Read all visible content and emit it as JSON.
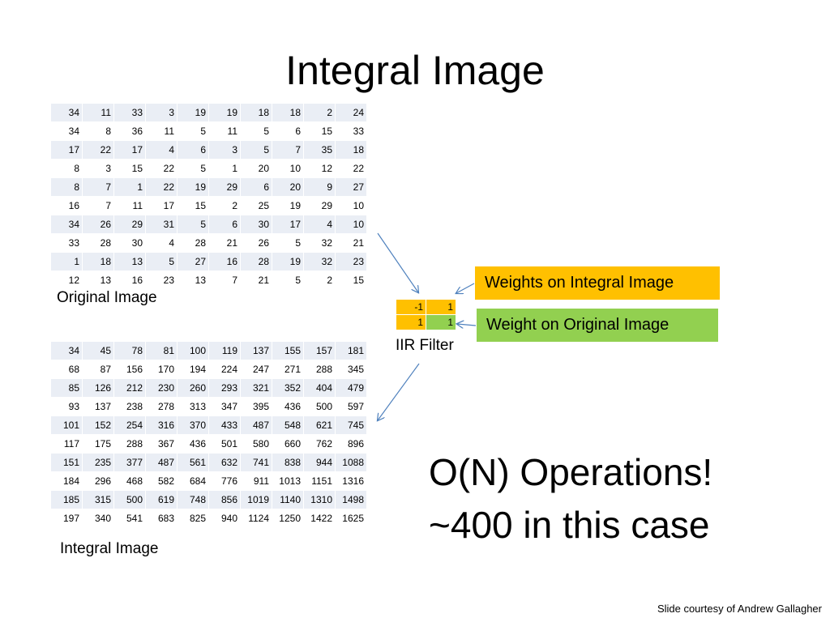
{
  "slide": {
    "title": "Integral Image",
    "credit": "Slide courtesy of Andrew Gallagher"
  },
  "original": {
    "caption": "Original Image",
    "rows": [
      [
        "34",
        "11",
        "33",
        "3",
        "19",
        "19",
        "18",
        "18",
        "2",
        "24"
      ],
      [
        "34",
        "8",
        "36",
        "11",
        "5",
        "11",
        "5",
        "6",
        "15",
        "33"
      ],
      [
        "17",
        "22",
        "17",
        "4",
        "6",
        "3",
        "5",
        "7",
        "35",
        "18"
      ],
      [
        "8",
        "3",
        "15",
        "22",
        "5",
        "1",
        "20",
        "10",
        "12",
        "22"
      ],
      [
        "8",
        "7",
        "1",
        "22",
        "19",
        "29",
        "6",
        "20",
        "9",
        "27"
      ],
      [
        "16",
        "7",
        "11",
        "17",
        "15",
        "2",
        "25",
        "19",
        "29",
        "10"
      ],
      [
        "34",
        "26",
        "29",
        "31",
        "5",
        "6",
        "30",
        "17",
        "4",
        "10"
      ],
      [
        "33",
        "28",
        "30",
        "4",
        "28",
        "21",
        "26",
        "5",
        "32",
        "21"
      ],
      [
        "1",
        "18",
        "13",
        "5",
        "27",
        "16",
        "28",
        "19",
        "32",
        "23"
      ],
      [
        "12",
        "13",
        "16",
        "23",
        "13",
        "7",
        "21",
        "5",
        "2",
        "15"
      ]
    ]
  },
  "integral": {
    "caption": "Integral Image",
    "rows": [
      [
        "34",
        "45",
        "78",
        "81",
        "100",
        "119",
        "137",
        "155",
        "157",
        "181"
      ],
      [
        "68",
        "87",
        "156",
        "170",
        "194",
        "224",
        "247",
        "271",
        "288",
        "345"
      ],
      [
        "85",
        "126",
        "212",
        "230",
        "260",
        "293",
        "321",
        "352",
        "404",
        "479"
      ],
      [
        "93",
        "137",
        "238",
        "278",
        "313",
        "347",
        "395",
        "436",
        "500",
        "597"
      ],
      [
        "101",
        "152",
        "254",
        "316",
        "370",
        "433",
        "487",
        "548",
        "621",
        "745"
      ],
      [
        "117",
        "175",
        "288",
        "367",
        "436",
        "501",
        "580",
        "660",
        "762",
        "896"
      ],
      [
        "151",
        "235",
        "377",
        "487",
        "561",
        "632",
        "741",
        "838",
        "944",
        "1088"
      ],
      [
        "184",
        "296",
        "468",
        "582",
        "684",
        "776",
        "911",
        "1013",
        "1151",
        "1316"
      ],
      [
        "185",
        "315",
        "500",
        "619",
        "748",
        "856",
        "1019",
        "1140",
        "1310",
        "1498"
      ],
      [
        "197",
        "340",
        "541",
        "683",
        "825",
        "940",
        "1124",
        "1250",
        "1422",
        "1625"
      ]
    ]
  },
  "filter": {
    "caption": "IIR Filter",
    "cells": [
      [
        "-1",
        "1"
      ],
      [
        "1",
        "1"
      ]
    ],
    "colors": {
      "integral_weight": "#ffc000",
      "original_weight": "#92d050"
    }
  },
  "callouts": {
    "integral_weights": "Weights on Integral Image",
    "original_weight": "Weight on Original Image"
  },
  "summary": {
    "line1": "O(N) Operations!",
    "line2": "~400 in this case"
  },
  "colors": {
    "row_band": "#eaeef5",
    "arrow": "#4f81bd"
  }
}
